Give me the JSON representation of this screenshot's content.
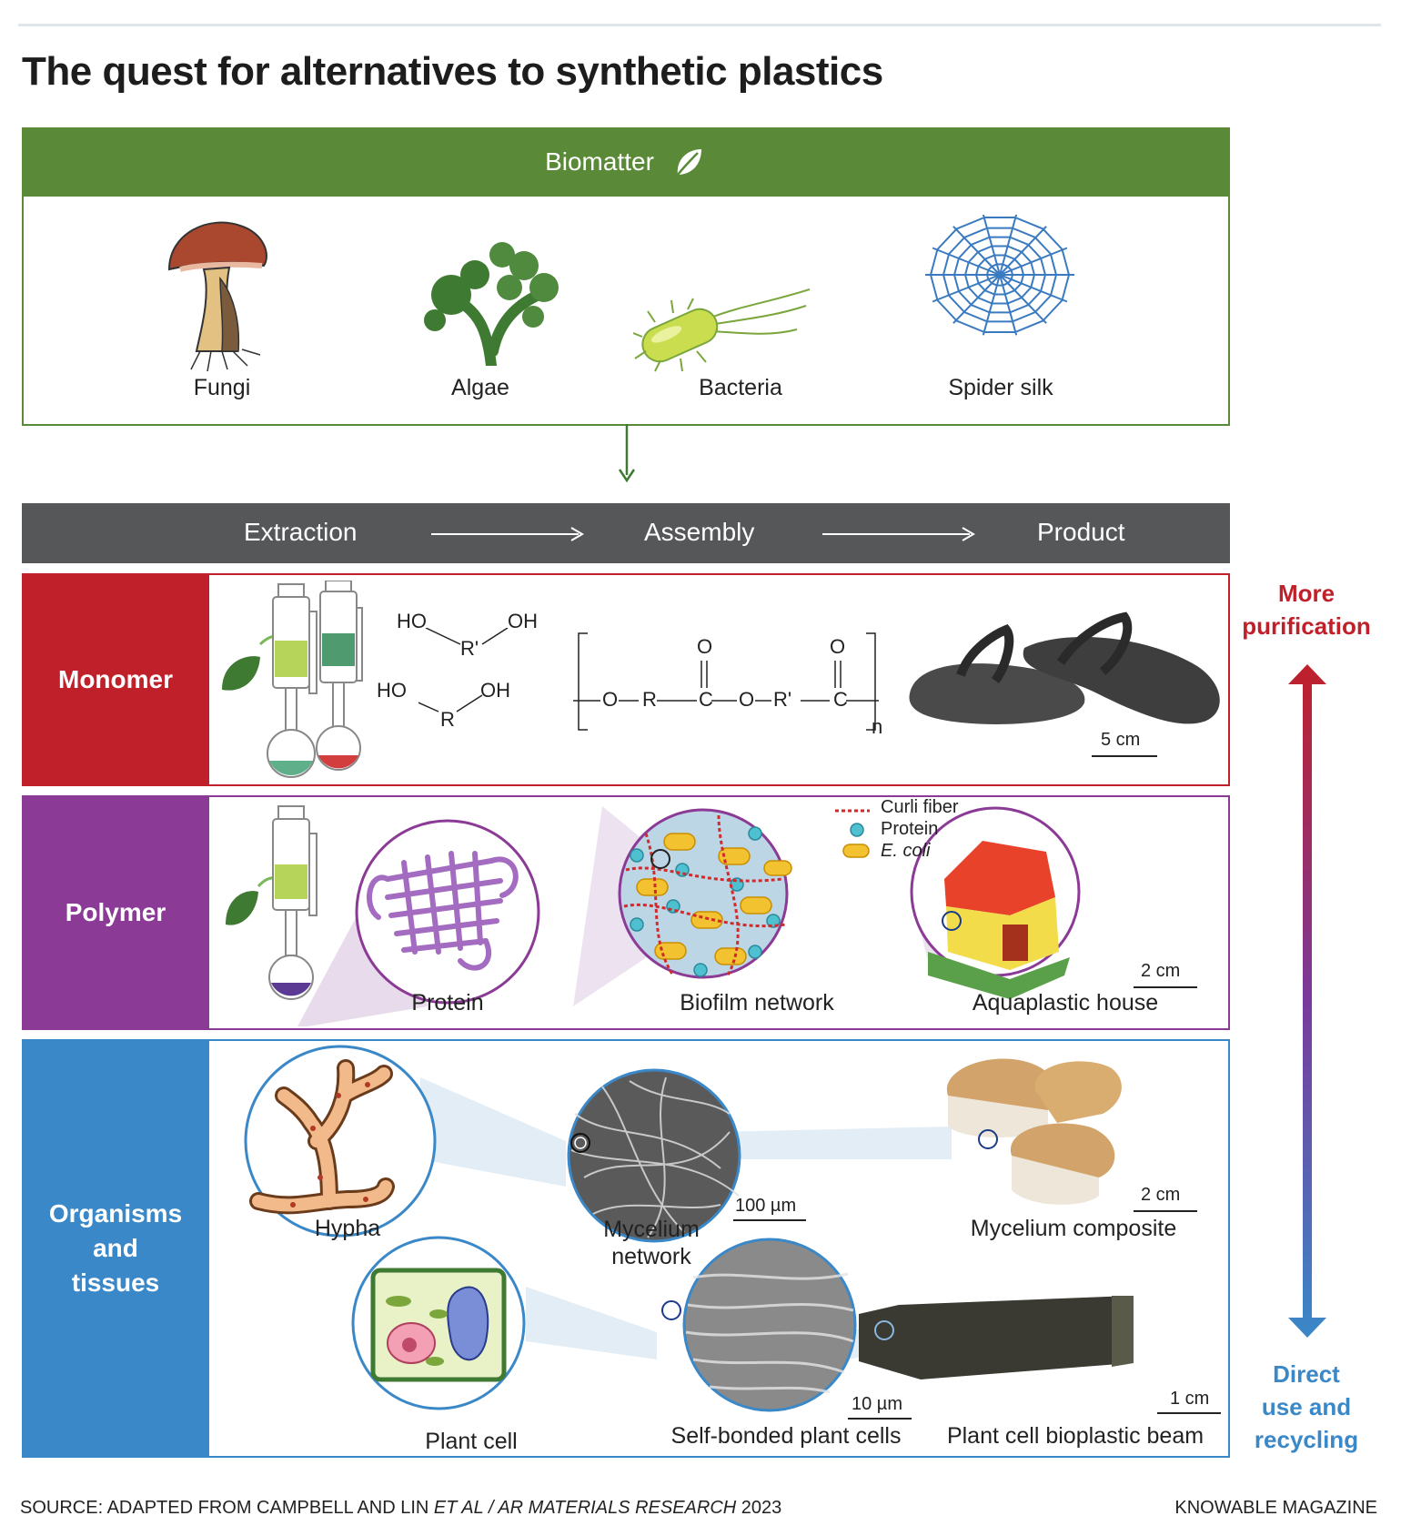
{
  "title": "The quest for alternatives to synthetic plastics",
  "biomatter": {
    "heading": "Biomatter",
    "icon": "leaf-icon",
    "organisms": [
      "Fungi",
      "Algae",
      "Bacteria",
      "Spider silk"
    ]
  },
  "process_bar": {
    "steps": [
      "Extraction",
      "Assembly",
      "Product"
    ]
  },
  "rows": {
    "monomer": {
      "label": "Monomer",
      "color": "#c0202a",
      "chem": {
        "diol1": [
          "HO",
          "OH",
          "R'"
        ],
        "diol2": [
          "HO",
          "OH",
          "R"
        ],
        "polymer": [
          "O",
          "R",
          "C",
          "O",
          "R'",
          "C",
          "O",
          "O",
          "n"
        ]
      },
      "scale": "5 cm"
    },
    "polymer": {
      "label": "Polymer",
      "color": "#8b3a96",
      "captions": [
        "Protein",
        "Biofilm network",
        "Aquaplastic house"
      ],
      "legend": [
        "Curli fiber",
        "Protein",
        "E. coli"
      ],
      "scale": "2 cm"
    },
    "organisms": {
      "label": "Organisms and tissues",
      "label_lines": [
        "Organisms",
        "and",
        "tissues"
      ],
      "color": "#3a88c8",
      "captions": {
        "hypha": "Hypha",
        "mycelium_network": [
          "Mycelium",
          "network"
        ],
        "mycelium_composite": "Mycelium composite",
        "plant_cell": "Plant cell",
        "self_bonded": "Self-bonded plant cells",
        "beam": "Plant cell bioplastic beam"
      },
      "scales": {
        "mycelium": "100 µm",
        "composite": "2 cm",
        "self_bonded": "10 µm",
        "beam": "1 cm"
      }
    }
  },
  "axis": {
    "top": [
      "More",
      "purification"
    ],
    "bottom": [
      "Direct",
      "use and",
      "recycling"
    ],
    "top_color": "#c0202a",
    "bottom_color": "#3a88c8"
  },
  "footer": {
    "source_a": "SOURCE: ADAPTED FROM CAMPBELL AND LIN ",
    "source_b": "ET AL / AR MATERIALS RESEARCH",
    "source_c": " 2023",
    "publisher": "KNOWABLE MAGAZINE"
  }
}
